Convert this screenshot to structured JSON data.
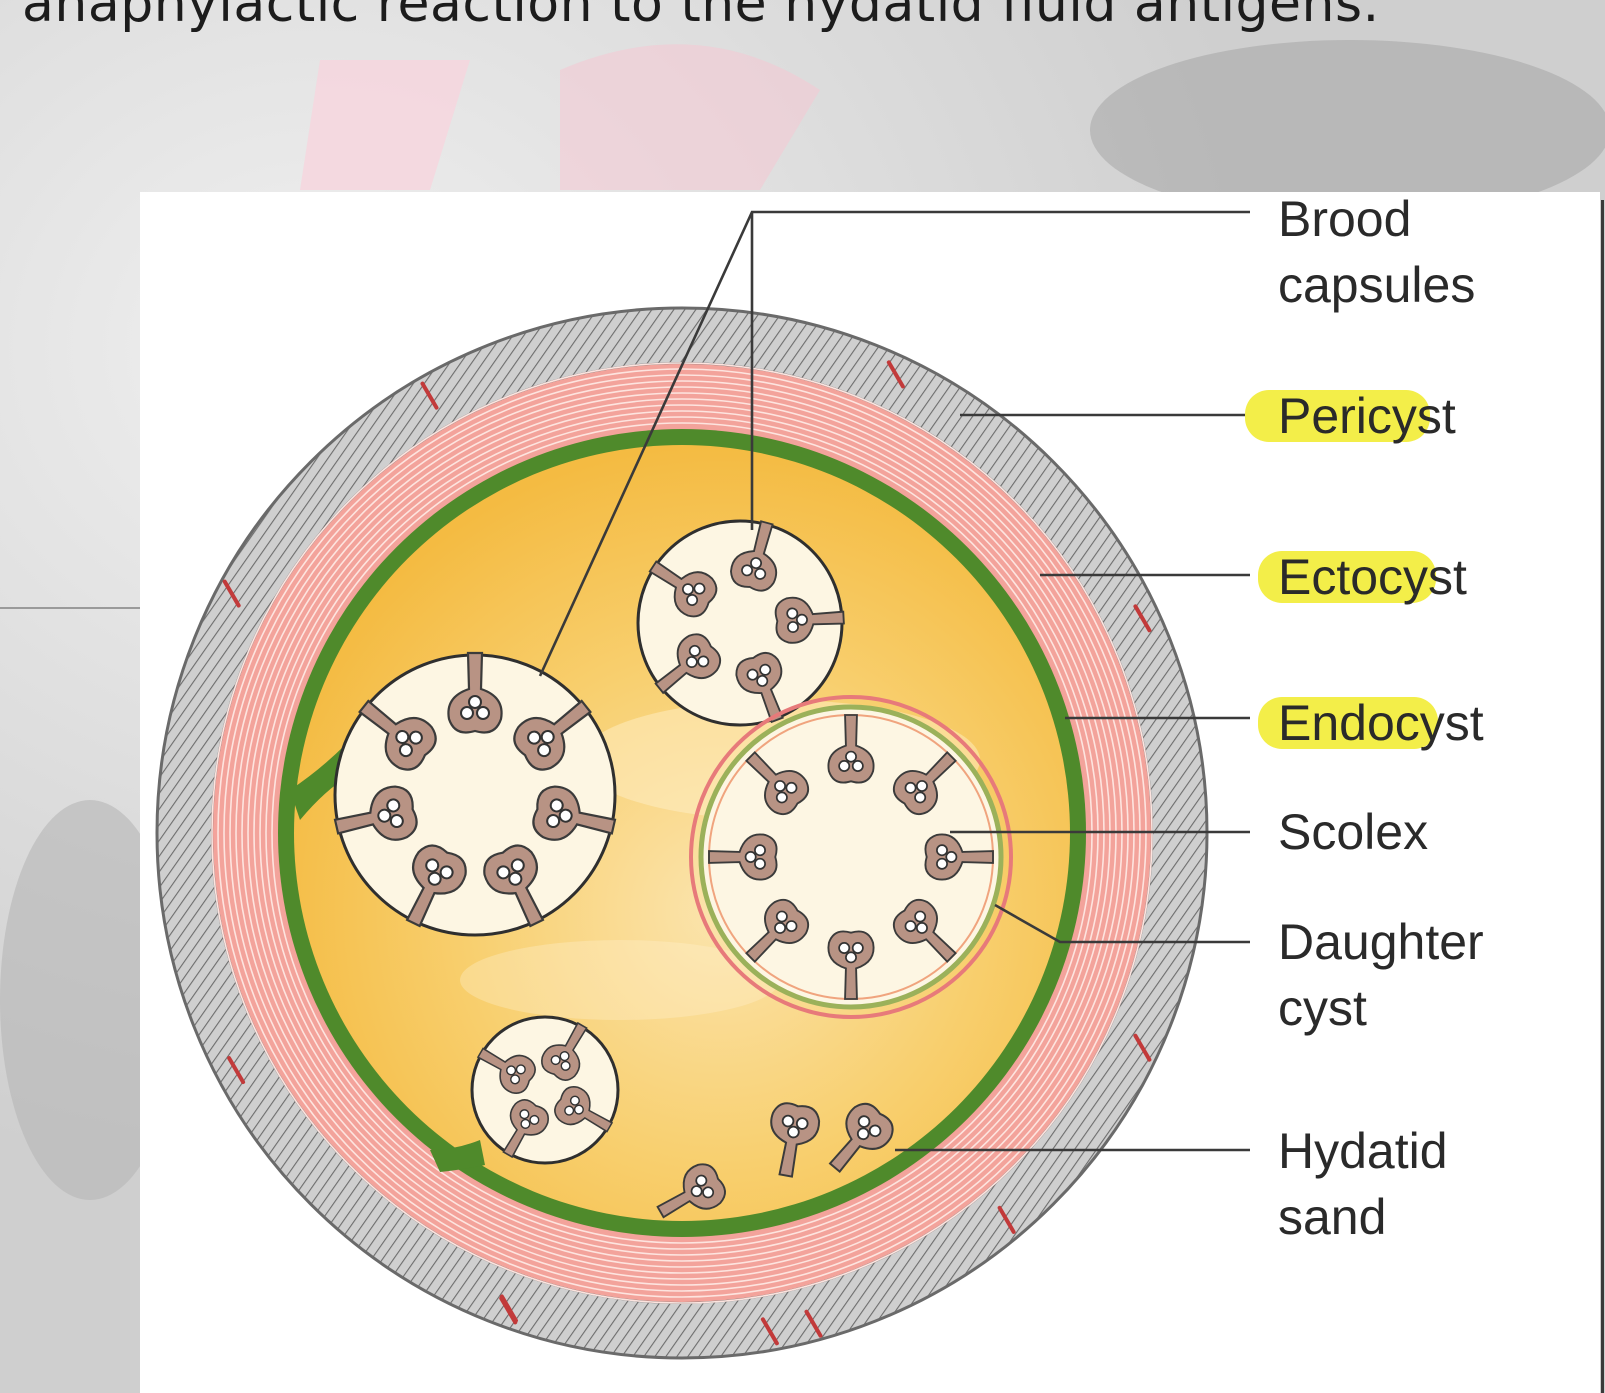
{
  "caption": "anaphylactic reaction to the hydatid fluid antigens.",
  "colors": {
    "pericyst": "#b8b8b8",
    "ectocyst": "#f3a39b",
    "endocyst": "#4f8a2b",
    "hydatid_fluid": "#f6c453",
    "highlight": "#f3ee49"
  },
  "labels": {
    "brood_capsules": [
      "Brood",
      "capsules"
    ],
    "pericyst": "Pericyst",
    "ectocyst": "Ectocyst",
    "endocyst": "Endocyst",
    "scolex": "Scolex",
    "daughter_cyst": [
      "Daughter",
      "cyst"
    ],
    "hydatid_sand": [
      "Hydatid",
      "sand"
    ]
  }
}
